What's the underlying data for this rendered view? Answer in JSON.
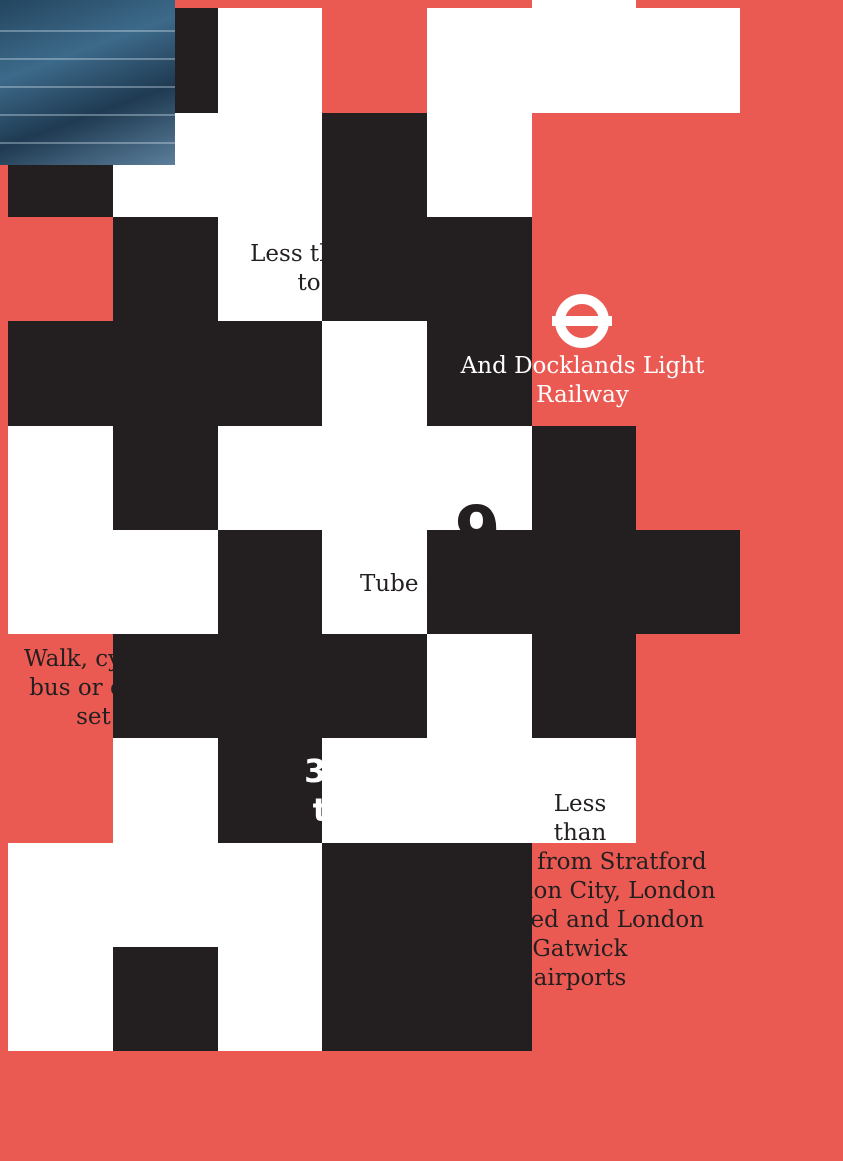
{
  "colors": {
    "red": "#ea5a52",
    "black": "#231f20",
    "white": "#ffffff"
  },
  "icons": {
    "roundel": "underground-roundel-icon"
  },
  "labels": {
    "st_pancras": "Less than 10 minutes\nto St Pancras",
    "dlr": "And Docklands Light\nRailway",
    "links_count": "9",
    "links_label": "Tube and train links",
    "walk": "Walk, cycle, train, tube,\nbus or car - the park is\nset up for it all",
    "m25": "30 mins\nto M25",
    "airports": "Less\nthan\n1 hour from Stratford\nto London City, London\nStansted and London\nGatwick\nairports"
  }
}
